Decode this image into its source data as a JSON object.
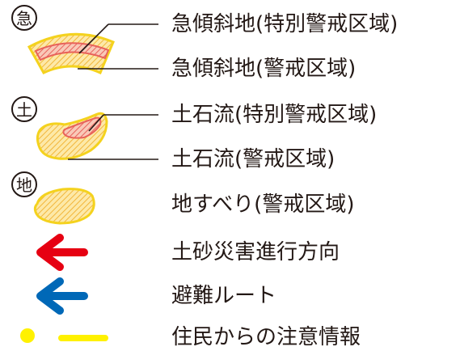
{
  "legend": {
    "items": [
      {
        "key": "steep_special",
        "label": "急傾斜地(特別警戒区域)"
      },
      {
        "key": "steep_warning",
        "label": "急傾斜地(警戒区域)"
      },
      {
        "key": "debris_special",
        "label": "土石流(特別警戒区域)"
      },
      {
        "key": "debris_warning",
        "label": "土石流(警戒区域)"
      },
      {
        "key": "landslide",
        "label": "地すべり(警戒区域)"
      },
      {
        "key": "debris_flow_dir",
        "label": "土砂災害進行方向"
      },
      {
        "key": "evac_route",
        "label": "避難ルート"
      },
      {
        "key": "resident_info",
        "label": "住民からの注意情報"
      }
    ],
    "badges": {
      "steep": "急",
      "debris": "土",
      "landslide": "地"
    }
  },
  "colors": {
    "warning_fill": "#f7c84a",
    "warning_stroke": "#f4d21e",
    "special_hatch": "#e86a6a",
    "red_arrow": "#e60012",
    "blue_arrow": "#0068b7",
    "yellow_info": "#fff100",
    "text": "#231815",
    "leader_line": "#231815"
  },
  "icons": {
    "badge": "circled-char-icon",
    "arrow_red": "arrow-left-icon",
    "arrow_blue": "arrow-left-icon",
    "info_dot": "dot-icon",
    "info_line": "line-icon"
  }
}
